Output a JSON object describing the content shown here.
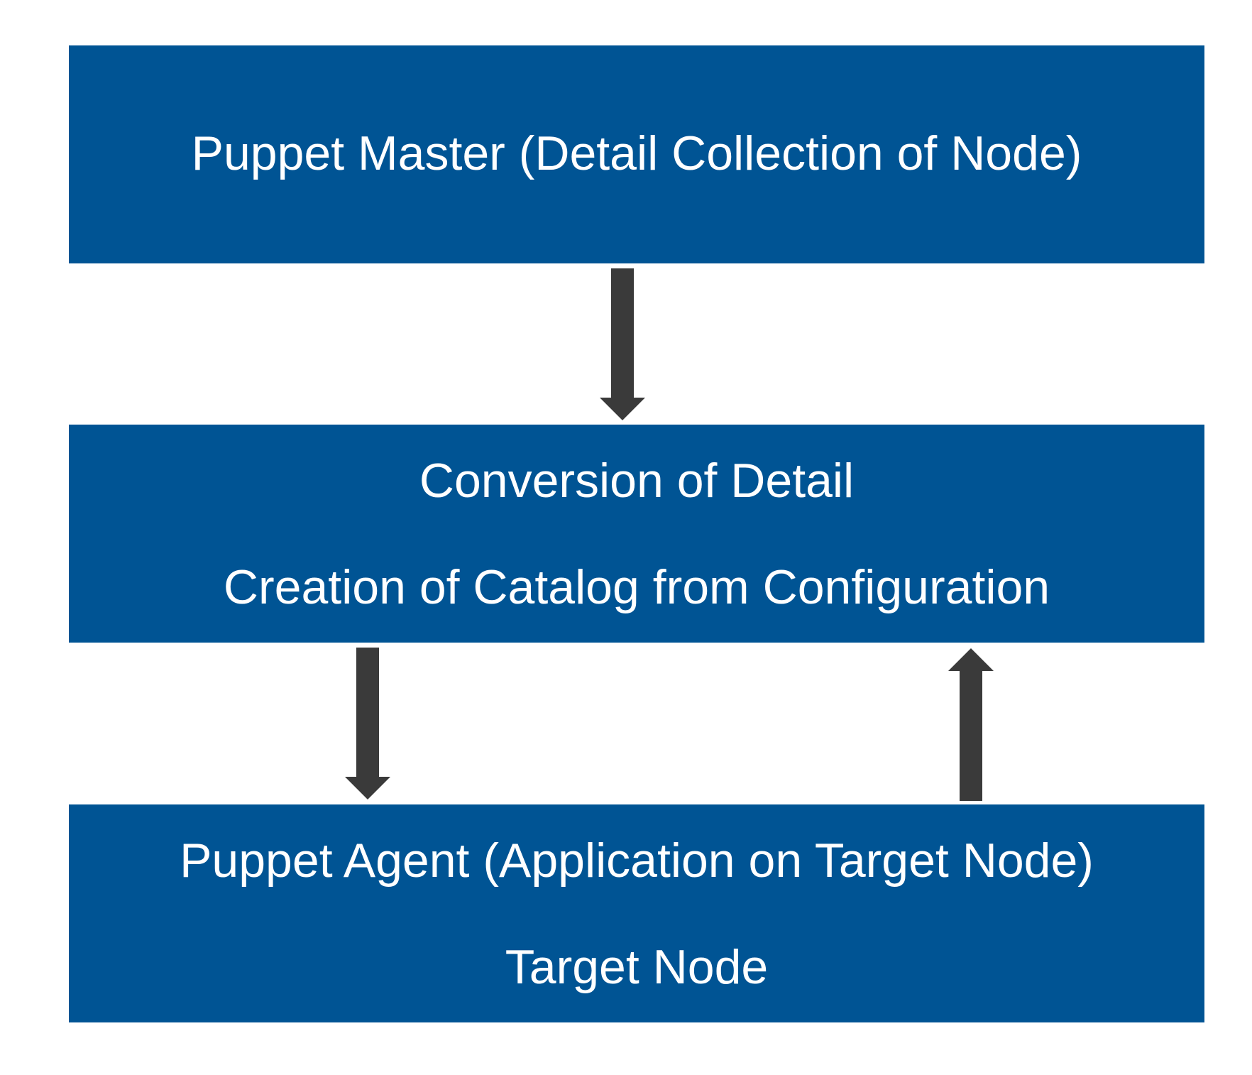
{
  "colors": {
    "box_fill": "#005494",
    "arrow_fill": "#3a3a3a",
    "text": "#ffffff"
  },
  "nodes": {
    "master": {
      "label": "Puppet Master (Detail Collection of Node)"
    },
    "conversion": {
      "line1": "Conversion of Detail",
      "line2": "Creation of Catalog from Configuration"
    },
    "agent": {
      "line1": "Puppet Agent (Application on Target Node)",
      "line2": "Target Node"
    }
  },
  "edges": [
    {
      "from": "master",
      "to": "conversion",
      "direction": "down"
    },
    {
      "from": "conversion",
      "to": "agent",
      "direction": "down"
    },
    {
      "from": "agent",
      "to": "conversion",
      "direction": "up"
    }
  ]
}
